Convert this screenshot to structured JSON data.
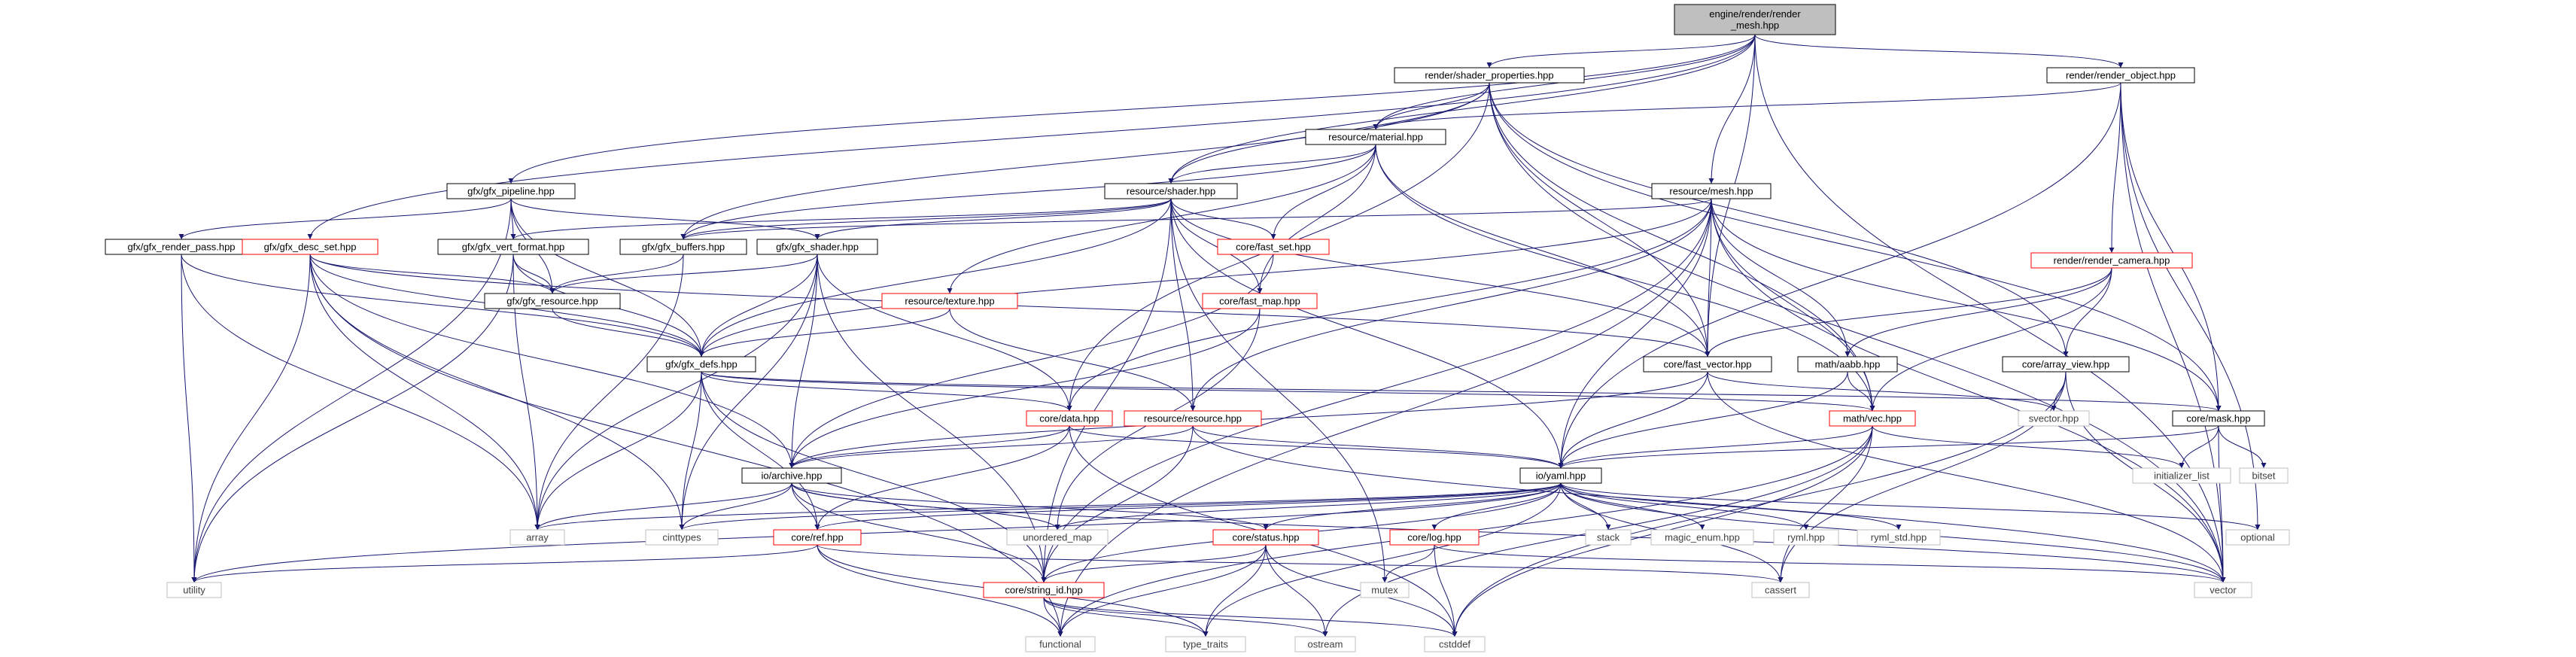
{
  "diagram": {
    "colors": {
      "edge": "#191970",
      "normal_border": "#000000",
      "missing_border": "#ff0000",
      "external_border": "#bfbfbf",
      "root_fill": "#bfbfbf",
      "external_text": "#3f3f3f"
    },
    "nodes": [
      {
        "id": "root",
        "label": "engine/render/render\n_mesh.hpp",
        "kind": "root"
      },
      {
        "id": "shader_properties",
        "label": "render/shader_properties.hpp",
        "kind": "normal"
      },
      {
        "id": "render_object",
        "label": "render/render_object.hpp",
        "kind": "normal"
      },
      {
        "id": "material",
        "label": "resource/material.hpp",
        "kind": "normal"
      },
      {
        "id": "gfx_pipeline",
        "label": "gfx/gfx_pipeline.hpp",
        "kind": "normal"
      },
      {
        "id": "res_shader",
        "label": "resource/shader.hpp",
        "kind": "normal"
      },
      {
        "id": "res_mesh",
        "label": "resource/mesh.hpp",
        "kind": "normal"
      },
      {
        "id": "render_pass",
        "label": "gfx/gfx_render_pass.hpp",
        "kind": "normal"
      },
      {
        "id": "desc_set",
        "label": "gfx/gfx_desc_set.hpp",
        "kind": "missing"
      },
      {
        "id": "vert_format",
        "label": "gfx/gfx_vert_format.hpp",
        "kind": "normal"
      },
      {
        "id": "gfx_buffers",
        "label": "gfx/gfx_buffers.hpp",
        "kind": "normal"
      },
      {
        "id": "gfx_shader",
        "label": "gfx/gfx_shader.hpp",
        "kind": "normal"
      },
      {
        "id": "fast_set",
        "label": "core/fast_set.hpp",
        "kind": "missing"
      },
      {
        "id": "gfx_resource",
        "label": "gfx/gfx_resource.hpp",
        "kind": "normal"
      },
      {
        "id": "res_texture",
        "label": "resource/texture.hpp",
        "kind": "missing"
      },
      {
        "id": "fast_map",
        "label": "core/fast_map.hpp",
        "kind": "missing"
      },
      {
        "id": "render_camera",
        "label": "render/render_camera.hpp",
        "kind": "missing"
      },
      {
        "id": "gfx_defs",
        "label": "gfx/gfx_defs.hpp",
        "kind": "normal"
      },
      {
        "id": "fast_vector",
        "label": "core/fast_vector.hpp",
        "kind": "normal"
      },
      {
        "id": "aabb",
        "label": "math/aabb.hpp",
        "kind": "normal"
      },
      {
        "id": "array_view",
        "label": "core/array_view.hpp",
        "kind": "normal"
      },
      {
        "id": "core_data",
        "label": "core/data.hpp",
        "kind": "missing"
      },
      {
        "id": "res_resource",
        "label": "resource/resource.hpp",
        "kind": "missing"
      },
      {
        "id": "math_vec",
        "label": "math/vec.hpp",
        "kind": "missing"
      },
      {
        "id": "svector",
        "label": "svector.hpp",
        "kind": "external"
      },
      {
        "id": "core_mask",
        "label": "core/mask.hpp",
        "kind": "normal"
      },
      {
        "id": "io_archive",
        "label": "io/archive.hpp",
        "kind": "normal"
      },
      {
        "id": "io_yaml",
        "label": "io/yaml.hpp",
        "kind": "normal"
      },
      {
        "id": "initializer_list",
        "label": "initializer_list",
        "kind": "external"
      },
      {
        "id": "bitset",
        "label": "bitset",
        "kind": "external"
      },
      {
        "id": "array",
        "label": "array",
        "kind": "external"
      },
      {
        "id": "cinttypes",
        "label": "cinttypes",
        "kind": "external"
      },
      {
        "id": "unordered_map",
        "label": "unordered_map",
        "kind": "external"
      },
      {
        "id": "core_ref",
        "label": "core/ref.hpp",
        "kind": "missing"
      },
      {
        "id": "core_status",
        "label": "core/status.hpp",
        "kind": "missing"
      },
      {
        "id": "core_log",
        "label": "core/log.hpp",
        "kind": "missing"
      },
      {
        "id": "stack",
        "label": "stack",
        "kind": "external"
      },
      {
        "id": "magic_enum",
        "label": "magic_enum.hpp",
        "kind": "external"
      },
      {
        "id": "ryml",
        "label": "ryml.hpp",
        "kind": "external"
      },
      {
        "id": "ryml_std",
        "label": "ryml_std.hpp",
        "kind": "external"
      },
      {
        "id": "optional",
        "label": "optional",
        "kind": "external"
      },
      {
        "id": "utility",
        "label": "utility",
        "kind": "external"
      },
      {
        "id": "mutex",
        "label": "mutex",
        "kind": "external"
      },
      {
        "id": "cassert",
        "label": "cassert",
        "kind": "external"
      },
      {
        "id": "vector",
        "label": "vector",
        "kind": "external"
      },
      {
        "id": "string_id",
        "label": "core/string_id.hpp",
        "kind": "missing"
      },
      {
        "id": "functional",
        "label": "functional",
        "kind": "external"
      },
      {
        "id": "type_traits",
        "label": "type_traits",
        "kind": "external"
      },
      {
        "id": "ostream",
        "label": "ostream",
        "kind": "external"
      },
      {
        "id": "cstddef",
        "label": "cstddef",
        "kind": "external"
      }
    ],
    "edges": [
      [
        "root",
        "shader_properties"
      ],
      [
        "root",
        "render_object"
      ],
      [
        "root",
        "material"
      ],
      [
        "root",
        "res_shader"
      ],
      [
        "root",
        "res_mesh"
      ],
      [
        "root",
        "gfx_pipeline"
      ],
      [
        "root",
        "desc_set"
      ],
      [
        "root",
        "fast_vector"
      ],
      [
        "root",
        "vector"
      ],
      [
        "shader_properties",
        "material"
      ],
      [
        "shader_properties",
        "res_shader"
      ],
      [
        "shader_properties",
        "gfx_buffers"
      ],
      [
        "shader_properties",
        "core_data"
      ],
      [
        "shader_properties",
        "fast_vector"
      ],
      [
        "shader_properties",
        "math_vec"
      ],
      [
        "shader_properties",
        "core_mask"
      ],
      [
        "shader_properties",
        "array_view"
      ],
      [
        "shader_properties",
        "vector"
      ],
      [
        "render_object",
        "material"
      ],
      [
        "render_object",
        "render_camera"
      ],
      [
        "render_object",
        "io_yaml"
      ],
      [
        "render_object",
        "core_mask"
      ],
      [
        "render_object",
        "optional"
      ],
      [
        "render_object",
        "vector"
      ],
      [
        "material",
        "res_shader"
      ],
      [
        "material",
        "gfx_buffers"
      ],
      [
        "material",
        "fast_set"
      ],
      [
        "material",
        "fast_map"
      ],
      [
        "material",
        "fast_vector"
      ],
      [
        "material",
        "res_texture"
      ],
      [
        "material",
        "math_vec"
      ],
      [
        "gfx_pipeline",
        "render_pass"
      ],
      [
        "gfx_pipeline",
        "vert_format"
      ],
      [
        "gfx_pipeline",
        "gfx_shader"
      ],
      [
        "gfx_pipeline",
        "gfx_resource"
      ],
      [
        "gfx_pipeline",
        "gfx_defs"
      ],
      [
        "gfx_pipeline",
        "utility"
      ],
      [
        "res_shader",
        "gfx_buffers"
      ],
      [
        "res_shader",
        "gfx_shader"
      ],
      [
        "res_shader",
        "vert_format"
      ],
      [
        "res_shader",
        "fast_set"
      ],
      [
        "res_shader",
        "fast_map"
      ],
      [
        "res_shader",
        "gfx_defs"
      ],
      [
        "res_shader",
        "res_resource"
      ],
      [
        "res_shader",
        "fast_vector"
      ],
      [
        "res_shader",
        "io_yaml"
      ],
      [
        "res_shader",
        "string_id"
      ],
      [
        "res_shader",
        "mutex"
      ],
      [
        "res_mesh",
        "gfx_buffers"
      ],
      [
        "res_mesh",
        "gfx_defs"
      ],
      [
        "res_mesh",
        "fast_vector"
      ],
      [
        "res_mesh",
        "aabb"
      ],
      [
        "res_mesh",
        "math_vec"
      ],
      [
        "res_mesh",
        "core_data"
      ],
      [
        "res_mesh",
        "res_resource"
      ],
      [
        "res_mesh",
        "io_yaml"
      ],
      [
        "res_mesh",
        "core_mask"
      ],
      [
        "res_mesh",
        "string_id"
      ],
      [
        "res_mesh",
        "functional"
      ],
      [
        "res_mesh",
        "vector"
      ],
      [
        "render_pass",
        "gfx_defs"
      ],
      [
        "render_pass",
        "array"
      ],
      [
        "render_pass",
        "utility"
      ],
      [
        "desc_set",
        "gfx_resource"
      ],
      [
        "desc_set",
        "gfx_defs"
      ],
      [
        "desc_set",
        "fast_vector"
      ],
      [
        "desc_set",
        "array"
      ],
      [
        "desc_set",
        "cinttypes"
      ],
      [
        "desc_set",
        "utility"
      ],
      [
        "desc_set",
        "io_archive"
      ],
      [
        "desc_set",
        "functional"
      ],
      [
        "vert_format",
        "gfx_defs"
      ],
      [
        "vert_format",
        "gfx_resource"
      ],
      [
        "vert_format",
        "array"
      ],
      [
        "vert_format",
        "utility"
      ],
      [
        "gfx_buffers",
        "gfx_resource"
      ],
      [
        "gfx_buffers",
        "array"
      ],
      [
        "gfx_shader",
        "gfx_resource"
      ],
      [
        "gfx_shader",
        "gfx_defs"
      ],
      [
        "gfx_shader",
        "core_data"
      ],
      [
        "gfx_shader",
        "io_archive"
      ],
      [
        "gfx_shader",
        "array"
      ],
      [
        "gfx_shader",
        "cinttypes"
      ],
      [
        "gfx_shader",
        "string_id"
      ],
      [
        "fast_set",
        "io_archive"
      ],
      [
        "gfx_resource",
        "gfx_defs"
      ],
      [
        "res_texture",
        "gfx_defs"
      ],
      [
        "res_texture",
        "res_resource"
      ],
      [
        "fast_map",
        "io_archive"
      ],
      [
        "fast_map",
        "unordered_map"
      ],
      [
        "render_camera",
        "fast_vector"
      ],
      [
        "render_camera",
        "aabb"
      ],
      [
        "render_camera",
        "array_view"
      ],
      [
        "render_camera",
        "math_vec"
      ],
      [
        "gfx_defs",
        "core_data"
      ],
      [
        "gfx_defs",
        "math_vec"
      ],
      [
        "gfx_defs",
        "core_mask"
      ],
      [
        "gfx_defs",
        "core_ref"
      ],
      [
        "gfx_defs",
        "array"
      ],
      [
        "gfx_defs",
        "cinttypes"
      ],
      [
        "gfx_defs",
        "string_id"
      ],
      [
        "fast_vector",
        "io_archive"
      ],
      [
        "fast_vector",
        "io_yaml"
      ],
      [
        "fast_vector",
        "svector"
      ],
      [
        "fast_vector",
        "vector"
      ],
      [
        "aabb",
        "math_vec"
      ],
      [
        "aabb",
        "io_yaml"
      ],
      [
        "array_view",
        "svector"
      ],
      [
        "array_view",
        "cassert"
      ],
      [
        "array_view",
        "vector"
      ],
      [
        "array_view",
        "cstddef"
      ],
      [
        "core_data",
        "io_archive"
      ],
      [
        "core_data",
        "io_yaml"
      ],
      [
        "core_data",
        "core_ref"
      ],
      [
        "core_data",
        "cstddef"
      ],
      [
        "res_resource",
        "io_archive"
      ],
      [
        "res_resource",
        "io_yaml"
      ],
      [
        "res_resource",
        "string_id"
      ],
      [
        "res_resource",
        "vector"
      ],
      [
        "math_vec",
        "io_yaml"
      ],
      [
        "math_vec",
        "initializer_list"
      ],
      [
        "math_vec",
        "cassert"
      ],
      [
        "math_vec",
        "cstddef"
      ],
      [
        "math_vec",
        "ostream"
      ],
      [
        "math_vec",
        "functional"
      ],
      [
        "core_mask",
        "io_yaml"
      ],
      [
        "core_mask",
        "initializer_list"
      ],
      [
        "core_mask",
        "bitset"
      ],
      [
        "core_mask",
        "vector"
      ],
      [
        "io_archive",
        "array"
      ],
      [
        "io_archive",
        "cinttypes"
      ],
      [
        "io_archive",
        "unordered_map"
      ],
      [
        "io_archive",
        "core_ref"
      ],
      [
        "io_archive",
        "core_status"
      ],
      [
        "io_archive",
        "string_id"
      ],
      [
        "io_archive",
        "vector"
      ],
      [
        "io_yaml",
        "array"
      ],
      [
        "io_yaml",
        "cinttypes"
      ],
      [
        "io_yaml",
        "unordered_map"
      ],
      [
        "io_yaml",
        "core_ref"
      ],
      [
        "io_yaml",
        "core_status"
      ],
      [
        "io_yaml",
        "core_log"
      ],
      [
        "io_yaml",
        "stack"
      ],
      [
        "io_yaml",
        "magic_enum"
      ],
      [
        "io_yaml",
        "ryml"
      ],
      [
        "io_yaml",
        "ryml_std"
      ],
      [
        "io_yaml",
        "optional"
      ],
      [
        "io_yaml",
        "cassert"
      ],
      [
        "io_yaml",
        "vector"
      ],
      [
        "io_yaml",
        "string_id"
      ],
      [
        "io_yaml",
        "type_traits"
      ],
      [
        "io_yaml",
        "utility"
      ],
      [
        "core_ref",
        "utility"
      ],
      [
        "core_ref",
        "cassert"
      ],
      [
        "core_ref",
        "functional"
      ],
      [
        "core_ref",
        "type_traits"
      ],
      [
        "core_status",
        "string_id"
      ],
      [
        "core_status",
        "functional"
      ],
      [
        "core_status",
        "type_traits"
      ],
      [
        "core_status",
        "ostream"
      ],
      [
        "core_status",
        "cstddef"
      ],
      [
        "core_log",
        "mutex"
      ],
      [
        "core_log",
        "cstddef"
      ],
      [
        "core_log",
        "vector"
      ],
      [
        "string_id",
        "functional"
      ],
      [
        "string_id",
        "type_traits"
      ],
      [
        "string_id",
        "ostream"
      ],
      [
        "string_id",
        "cstddef"
      ]
    ]
  }
}
